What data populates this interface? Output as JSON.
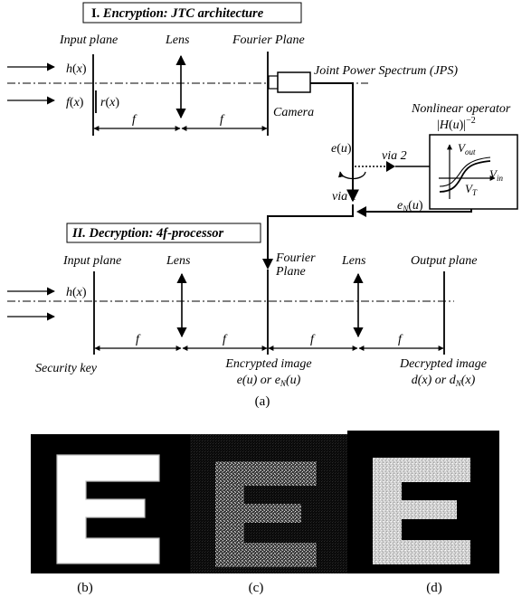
{
  "encryption": {
    "title_prefix": "I. ",
    "title_main": "Encryption: JTC architecture",
    "input_plane": "Input plane",
    "lens": "Lens",
    "fourier_plane": "Fourier Plane",
    "jps": "Joint Power Spectrum (JPS)",
    "camera": "Camera",
    "h": "h",
    "f": "f",
    "r": "r",
    "x": "x",
    "focal": "f",
    "e": "e",
    "u": "u",
    "via1": "via 1",
    "via2": "via 2",
    "eN_base": "e",
    "eN_sub": "N",
    "nonlinear_title": "Nonlinear operator",
    "H": "H",
    "exponent": "−2",
    "V": "V",
    "V_out_sub": "out",
    "V_in_sub": "in",
    "V_T_sub": "T"
  },
  "decryption": {
    "title_main": "II. Decryption: 4f-processor",
    "input_plane": "Input plane",
    "lens1": "Lens",
    "fourier_plane_1": "Fourier",
    "fourier_plane_2": "Plane",
    "lens2": "Lens",
    "output_plane": "Output plane",
    "h": "h",
    "x": "x",
    "focal": "f",
    "security_key": "Security key",
    "encrypted_1": "Encrypted image",
    "encrypted_2_a": "e(u) or e",
    "encrypted_2_sub": "N",
    "encrypted_2_b": "(u)",
    "decrypted_1": "Decrypted image",
    "decrypted_2_a": "d(x) or d",
    "decrypted_2_sub": "N",
    "decrypted_2_b": "(x)"
  },
  "caption_a": "(a)",
  "panels": [
    {
      "label": "(b)",
      "kind": "clean"
    },
    {
      "label": "(c)",
      "kind": "encrypted"
    },
    {
      "label": "(d)",
      "kind": "decrypted"
    }
  ]
}
